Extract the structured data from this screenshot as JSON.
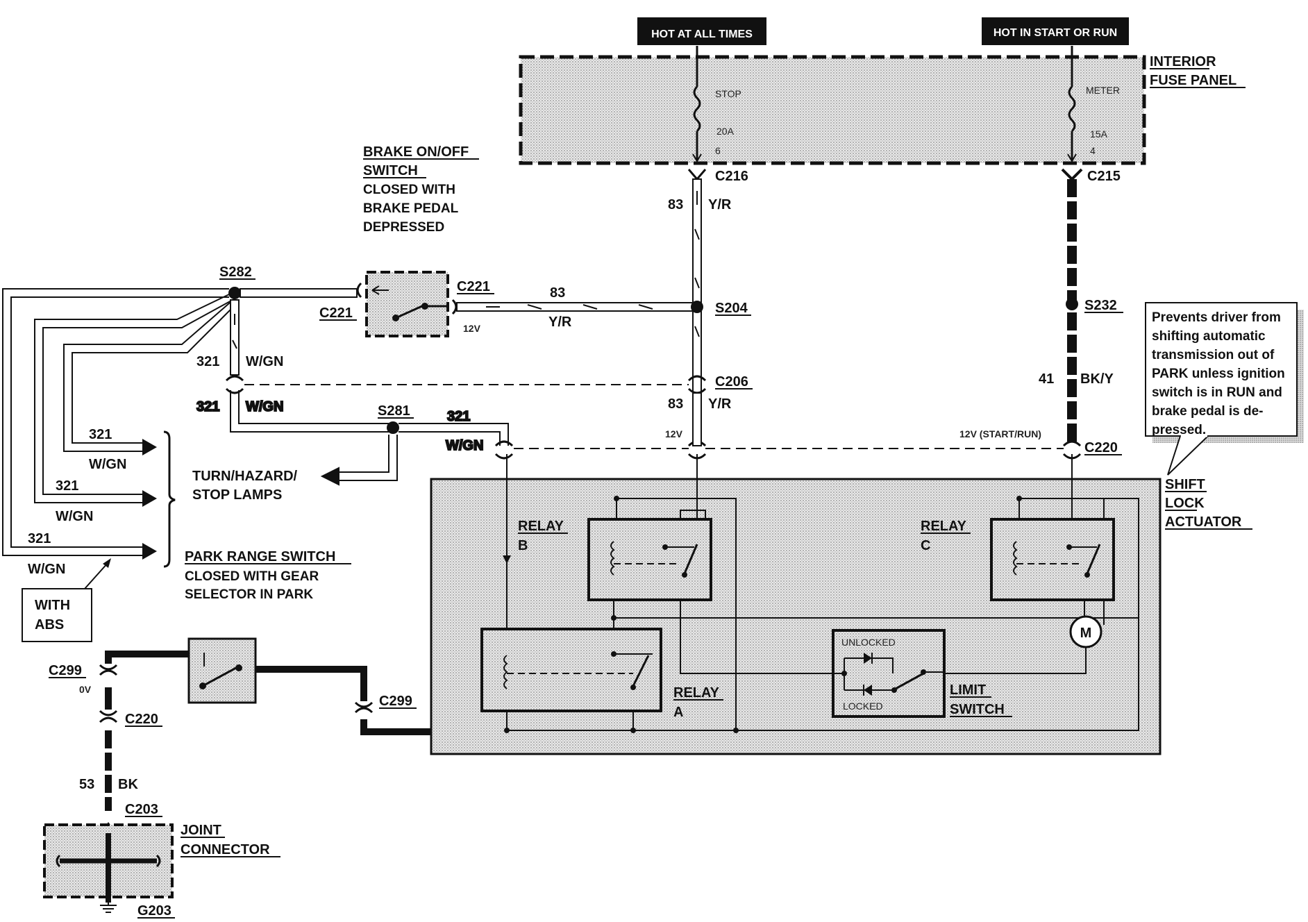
{
  "power": {
    "hot_at_all_times": "HOT AT ALL TIMES",
    "hot_in_start_or_run": "HOT IN START OR RUN",
    "fuse_panel_line1": "INTERIOR",
    "fuse_panel_line2": "FUSE PANEL",
    "fuse_stop_name": "STOP",
    "fuse_stop_amps": "20A",
    "fuse_stop_num": "6",
    "fuse_meter_name": "METER",
    "fuse_meter_amps": "15A",
    "fuse_meter_num": "4"
  },
  "connectors": {
    "c216": "C216",
    "c215": "C215",
    "c221a": "C221",
    "c221b": "C221",
    "c206": "C206",
    "c220a": "C220",
    "c220b": "C220",
    "c299a": "C299",
    "c299b": "C299",
    "c203": "C203",
    "g203": "G203"
  },
  "splices": {
    "s282": "S282",
    "s204": "S204",
    "s232": "S232",
    "s281": "S281"
  },
  "wires": {
    "w83_a": "83",
    "yr_a": "Y/R",
    "w83_b": "83",
    "yr_b": "Y/R",
    "w83_c": "83",
    "yr_c": "Y/R",
    "w321_a": "321",
    "wgn_a": "W/GN",
    "w321_b": "321",
    "wgn_b": "W/GN",
    "w321_c": "321",
    "wgn_c": "W/GN",
    "w321_d": "321",
    "wgn_d": "W/GN",
    "w321_e": "321",
    "wgn_e": "W/GN",
    "w321_f": "321",
    "wgn_f": "W/GN",
    "w41": "41",
    "bky": "BK/Y",
    "w53": "53",
    "bk": "BK"
  },
  "voltages": {
    "v12_brake": "12V",
    "v12_c206": "12V",
    "v12_startrun": "12V (START/RUN)",
    "v0": "0V"
  },
  "brake_switch": {
    "title1": "BRAKE ON/OFF",
    "title2": "SWITCH",
    "desc1": "CLOSED WITH",
    "desc2": "BRAKE PEDAL",
    "desc3": "DEPRESSED"
  },
  "park_switch": {
    "title": "PARK RANGE SWITCH",
    "desc1": "CLOSED WITH GEAR",
    "desc2": "SELECTOR IN PARK"
  },
  "with_abs": {
    "line1": "WITH",
    "line2": "ABS"
  },
  "turn_lamps": {
    "line1": "TURN/HAZARD/",
    "line2": "STOP LAMPS"
  },
  "actuator": {
    "title1": "SHIFT",
    "title2": "LOCK",
    "title3": "ACTUATOR",
    "relay_a1": "RELAY",
    "relay_a2": "A",
    "relay_b1": "RELAY",
    "relay_b2": "B",
    "relay_c1": "RELAY",
    "relay_c2": "C",
    "limit1": "LIMIT",
    "limit2": "SWITCH",
    "unlocked": "UNLOCKED",
    "locked": "LOCKED",
    "motor": "M"
  },
  "joint": {
    "line1": "JOINT",
    "line2": "CONNECTOR"
  },
  "callout": {
    "line1": "Prevents driver from",
    "line2": "shifting automatic",
    "line3": "transmission out of",
    "line4": "PARK unless ignition",
    "line5": "switch is in RUN and",
    "line6": "brake pedal is de-",
    "line7": "pressed."
  }
}
